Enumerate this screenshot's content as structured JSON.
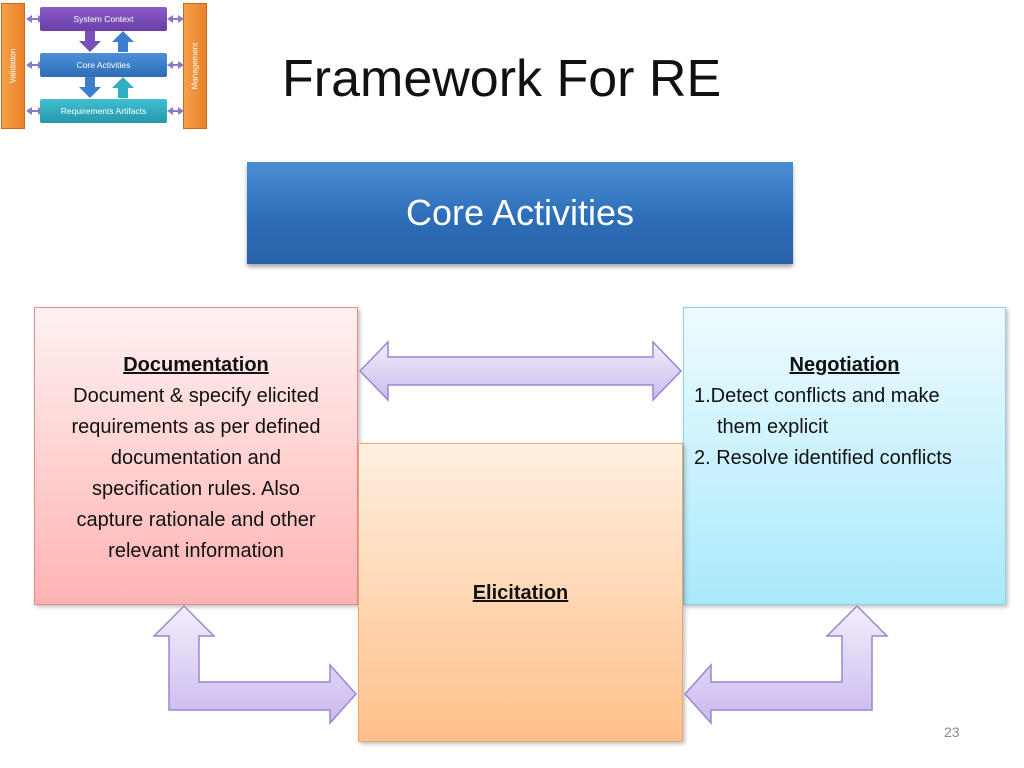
{
  "thumbnail": {
    "left_label": "Validation",
    "right_label": "Management",
    "boxes": [
      "System Context",
      "Core Activities",
      "Requirements Artifacts"
    ]
  },
  "title": "Framework For RE",
  "banner": "Core Activities",
  "documentation": {
    "heading": "Documentation",
    "lines": [
      "Document & specify elicited",
      "requirements as per defined",
      "documentation and",
      "specification rules. Also",
      "capture rationale and other",
      "relevant information"
    ]
  },
  "negotiation": {
    "heading": "Negotiation",
    "item1_line1": "1.Detect conflicts and make",
    "item1_line2": "them explicit",
    "item2": "2. Resolve identified conflicts"
  },
  "elicitation": {
    "heading": "Elicitation"
  },
  "page_number": "23",
  "colors": {
    "banner": "#2d6db9",
    "documentation": "#ffb3b3",
    "negotiation": "#a9e9fb",
    "elicitation": "#ffc08a",
    "arrow_fill": "#d9ccf3",
    "arrow_stroke": "#9b86d0",
    "thumb_orange": "#f29a44"
  }
}
